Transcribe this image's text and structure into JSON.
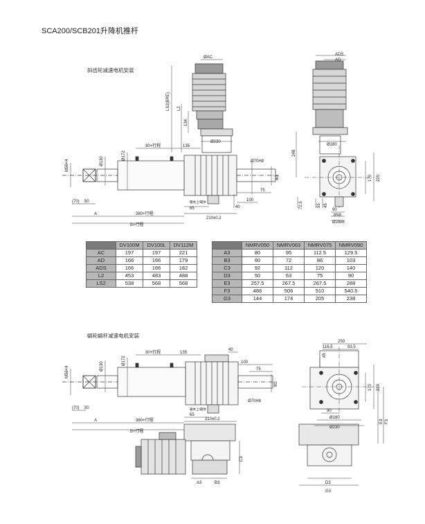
{
  "page": {
    "title": "SCA200/SCB201升降机推杆",
    "section1_label": "斜齿轮减速电机安装",
    "section2_label": "蜗轮蜗杆减速电机安装"
  },
  "top_drawing": {
    "dims": {
      "oac": "ØAC",
      "ads": "ADS",
      "ad": "AD",
      "ls2": "LS2(BRE)",
      "l2": "L2",
      "d134": "134",
      "d230": "Ø230",
      "d180": "Ø180",
      "d248": "248",
      "stroke30": "30+行程",
      "d135": "135",
      "d172": "Ø172",
      "d130": "Ø130",
      "m56": "M56×4",
      "d70h8": "Ø70H8",
      "d80": "80",
      "d75": "75",
      "d100": "100",
      "d40": "40",
      "d65": "65",
      "d210": "210±0.2",
      "d70p": "(70)",
      "d50": "50",
      "a": "A",
      "stroke380": "380+行程",
      "bstroke": "B+行程",
      "d170": "170",
      "d220": "220",
      "d725": "72.5",
      "d55": "55",
      "d45": "45",
      "d90": "90",
      "d8n9": "8N9",
      "d28": "Ø28k6",
      "note": "箱体上/箱体"
    }
  },
  "table_motor": {
    "headers": [
      "DV100M",
      "DV100L",
      "DV112M"
    ],
    "rows": [
      {
        "label": "AC",
        "values": [
          "197",
          "197",
          "221"
        ]
      },
      {
        "label": "AD",
        "values": [
          "166",
          "166",
          "179"
        ]
      },
      {
        "label": "ADS",
        "values": [
          "166",
          "166",
          "182"
        ]
      },
      {
        "label": "L2",
        "values": [
          "453",
          "483",
          "488"
        ]
      },
      {
        "label": "LS2",
        "values": [
          "538",
          "568",
          "568"
        ]
      }
    ]
  },
  "table_worm": {
    "headers": [
      "NMRV050",
      "NMRV063",
      "NMRV075",
      "NMRV090"
    ],
    "rows": [
      {
        "label": "A3",
        "values": [
          "80",
          "95",
          "112.5",
          "129.5"
        ]
      },
      {
        "label": "B3",
        "values": [
          "60",
          "72",
          "86",
          "103"
        ]
      },
      {
        "label": "C3",
        "values": [
          "92",
          "112",
          "120",
          "140"
        ]
      },
      {
        "label": "D3",
        "values": [
          "50",
          "63",
          "75",
          "90"
        ]
      },
      {
        "label": "E3",
        "values": [
          "257.5",
          "267.5",
          "267.5",
          "288"
        ]
      },
      {
        "label": "F3",
        "values": [
          "486",
          "506",
          "510",
          "540.5"
        ]
      },
      {
        "label": "G3",
        "values": [
          "144",
          "174",
          "205",
          "238"
        ]
      }
    ]
  },
  "bottom_drawing": {
    "dims": {
      "d250": "250",
      "d1165": "116.5",
      "d835": "83.5",
      "d45": "45",
      "stroke30": "30+行程",
      "d135": "135",
      "d172": "Ø172",
      "d130": "Ø130",
      "m56": "M56×4",
      "d40": "40",
      "d100": "100",
      "d75": "75",
      "d80": "80",
      "d70h8": "Ø70H8",
      "d65": "65",
      "d210": "210±0.2",
      "d70p": "(70)",
      "d50": "50",
      "a": "A",
      "stroke380": "380+行程",
      "bstroke": "B+行程",
      "d90": "90",
      "d180": "Ø180",
      "d230": "Ø230",
      "d170": "170",
      "d220": "220",
      "e3": "E3",
      "f3": "F3",
      "c3": "C3",
      "a3": "A3",
      "b3": "B3",
      "d3": "D3",
      "g3": "G3",
      "note": "箱体上/箱体"
    }
  }
}
